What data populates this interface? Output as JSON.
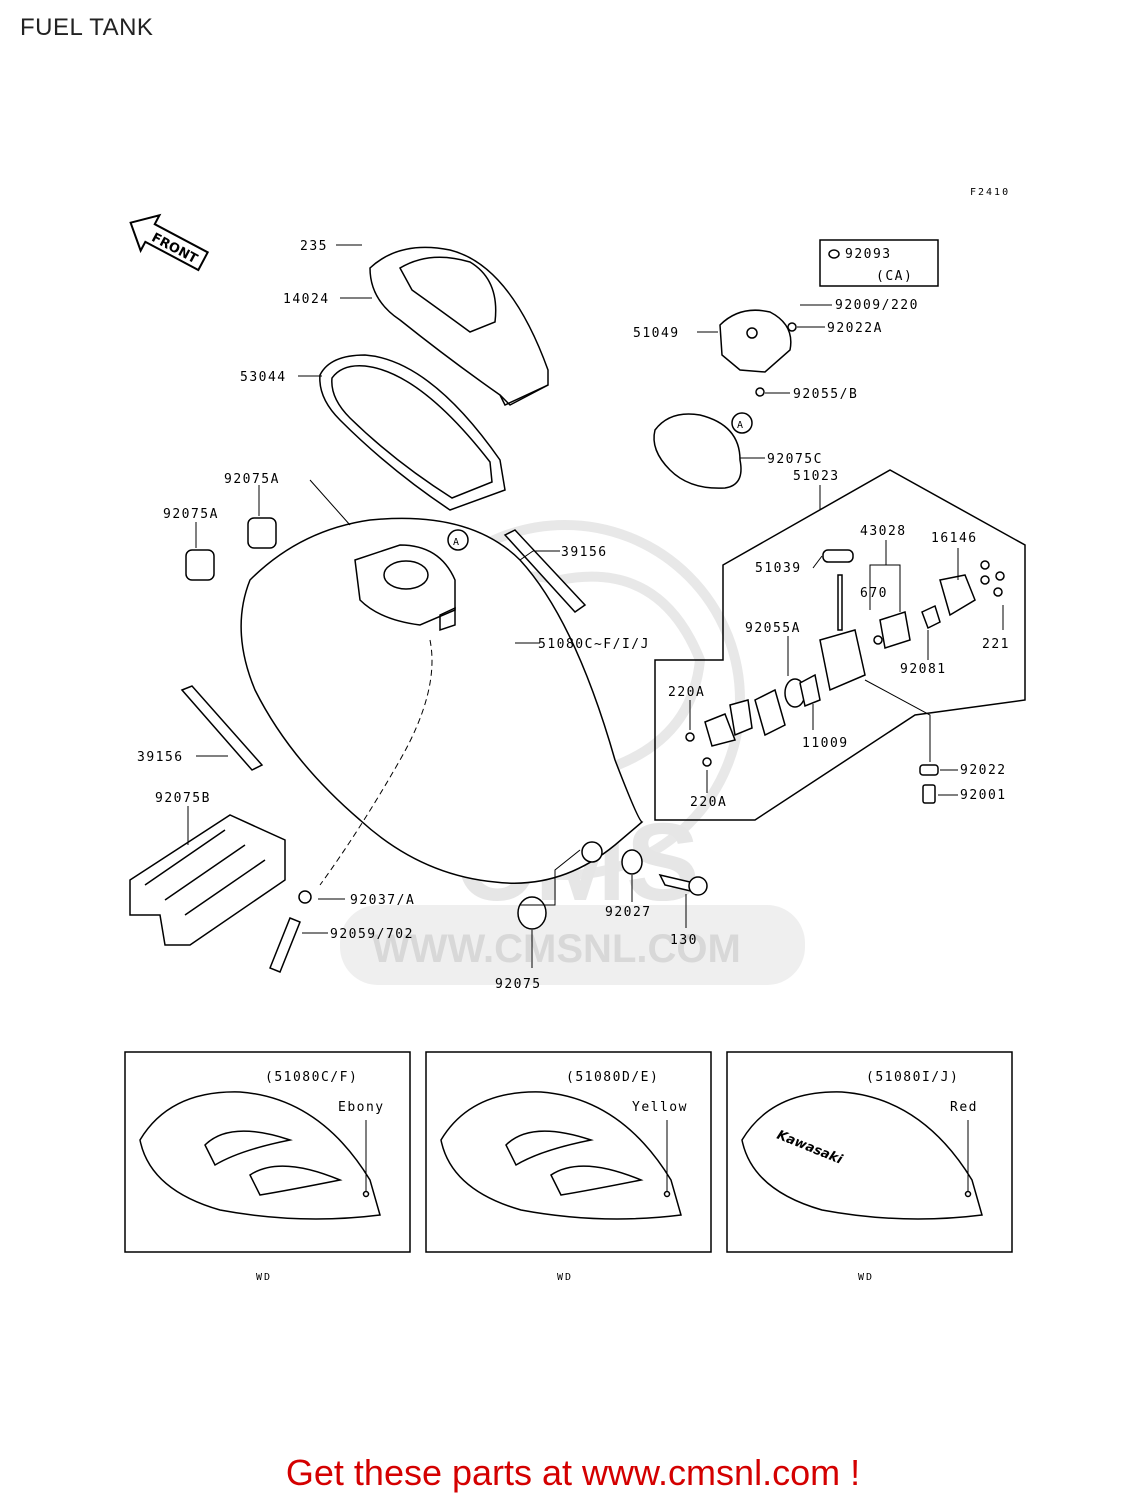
{
  "page": {
    "title": "FUEL TANK",
    "figure_code": "F2410",
    "footer": "Get these parts at www.cmsnl.com !"
  },
  "watermark": {
    "brand": "CMS",
    "url": "WWW.CMSNL.COM"
  },
  "front_marker": "FRONT",
  "circle_ref": "A",
  "parts": {
    "p235": "235",
    "p14024": "14024",
    "p53044": "53044",
    "p92075A_1": "92075A",
    "p92075A_2": "92075A",
    "p39156_top": "39156",
    "p51080": "51080C~F/I/J",
    "p39156_left": "39156",
    "p92075B": "92075B",
    "p92037": "92037/A",
    "p92059": "92059/702",
    "p92075": "92075",
    "p92027": "92027",
    "p130": "130",
    "p92093": "92093",
    "p92093_note": "(CA)",
    "p92009": "92009/220",
    "p51049": "51049",
    "p92022A": "92022A",
    "p92055B": "92055/B",
    "p92075C": "92075C",
    "p51023": "51023",
    "p43028": "43028",
    "p16146": "16146",
    "p51039": "51039",
    "p670": "670",
    "p92055A": "92055A",
    "p221": "221",
    "p92081": "92081",
    "p220A_top": "220A",
    "p11009": "11009",
    "p220A_bot": "220A",
    "p92022": "92022",
    "p92001": "92001"
  },
  "variants": [
    {
      "code": "(51080C/F)",
      "color": "Ebony",
      "market": "WD"
    },
    {
      "code": "(51080D/E)",
      "color": "Yellow",
      "market": "WD"
    },
    {
      "code": "(51080I/J)",
      "color": "Red",
      "market": "WD",
      "logo": "Kawasaki"
    }
  ]
}
